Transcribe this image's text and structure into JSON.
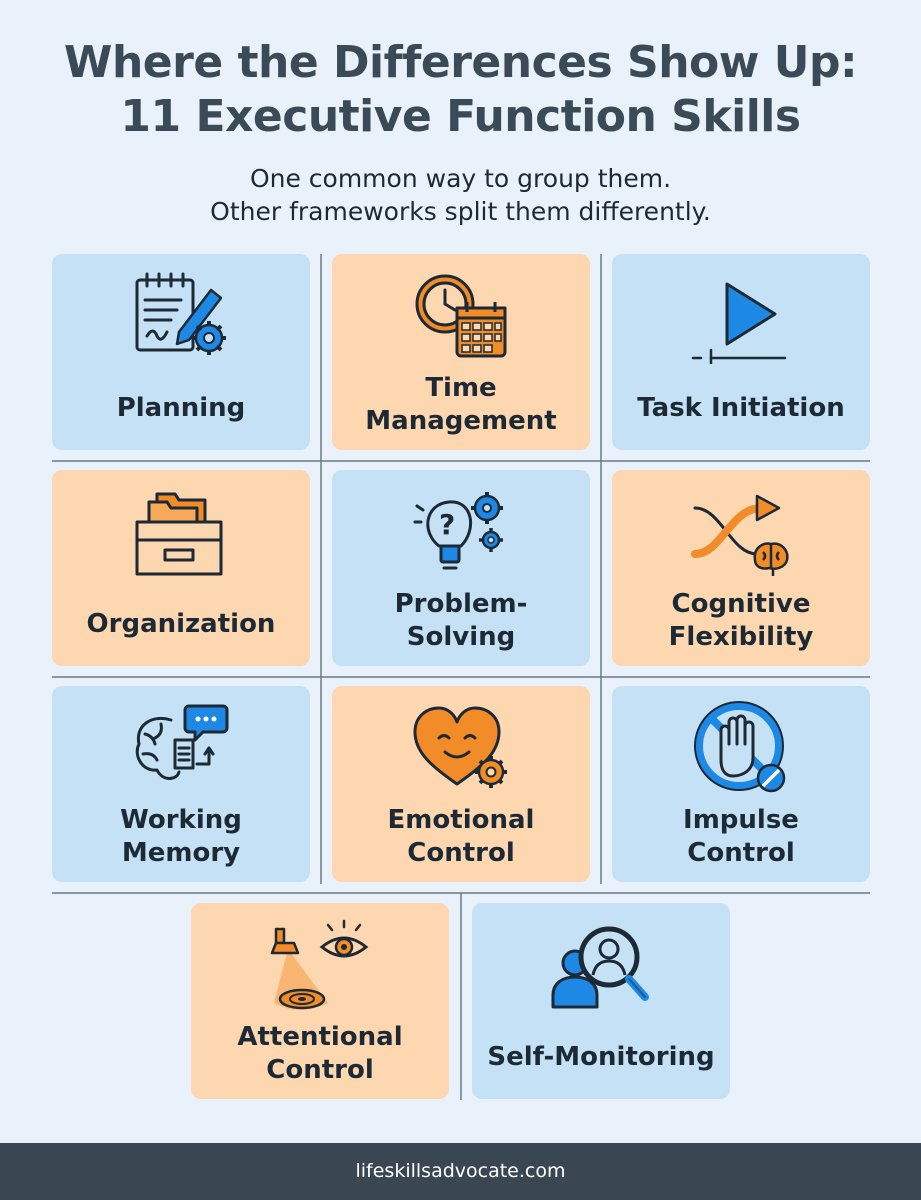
{
  "title": {
    "line1": "Where the Differences Show Up:",
    "line2": "11 Executive Function Skills"
  },
  "subtitle": {
    "line1": "One common way to group them.",
    "line2": "Other frameworks split them differently."
  },
  "skills": [
    {
      "line1": "Planning",
      "line2": "",
      "icon": "notepad-pencil-gear-icon",
      "color": "blue"
    },
    {
      "line1": "Time",
      "line2": "Management",
      "icon": "clock-calendar-icon",
      "color": "orange"
    },
    {
      "line1": "Task Initiation",
      "line2": "",
      "icon": "play-icon",
      "color": "blue"
    },
    {
      "line1": "Organization",
      "line2": "",
      "icon": "file-drawer-icon",
      "color": "orange"
    },
    {
      "line1": "Problem-",
      "line2": "Solving",
      "icon": "lightbulb-gears-icon",
      "color": "blue"
    },
    {
      "line1": "Cognitive",
      "line2": "Flexibility",
      "icon": "crossing-arrows-brain-icon",
      "color": "orange"
    },
    {
      "line1": "Working",
      "line2": "Memory",
      "icon": "brain-chat-icon",
      "color": "blue"
    },
    {
      "line1": "Emotional",
      "line2": "Control",
      "icon": "heart-gear-icon",
      "color": "orange"
    },
    {
      "line1": "Impulse",
      "line2": "Control",
      "icon": "stop-hand-icon",
      "color": "blue"
    },
    {
      "line1": "Attentional",
      "line2": "Control",
      "icon": "spotlight-eye-icon",
      "color": "orange"
    },
    {
      "line1": "Self-Monitoring",
      "line2": "",
      "icon": "person-magnifier-icon",
      "color": "blue"
    }
  ],
  "colors": {
    "blue_card": "#c4e1f5",
    "orange_card": "#fdd7b0",
    "icon_blue": "#1e88e5",
    "icon_orange": "#f28c28",
    "outline": "#1d2a35",
    "footer_bg": "#3a4752"
  },
  "footer": {
    "text": "lifeskillsadvocate.com"
  }
}
